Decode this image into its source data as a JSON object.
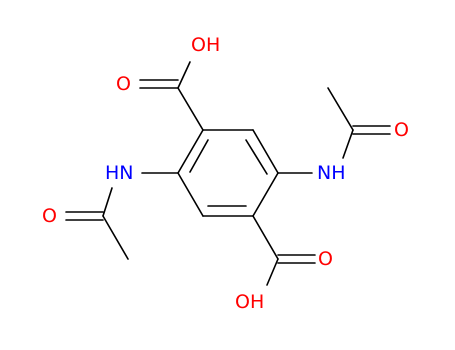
{
  "molecule": {
    "colors": {
      "bond": "#000000",
      "oxygen": "#ff0000",
      "nitrogen": "#0000ff"
    },
    "labels": {
      "oh_top": "OH",
      "o_top": "O",
      "o_right_acetyl": "O",
      "nh_right": "NH",
      "nh_left": "HN",
      "o_left_acetyl": "O",
      "o_bottom": "O",
      "oh_bottom": "OH"
    }
  }
}
